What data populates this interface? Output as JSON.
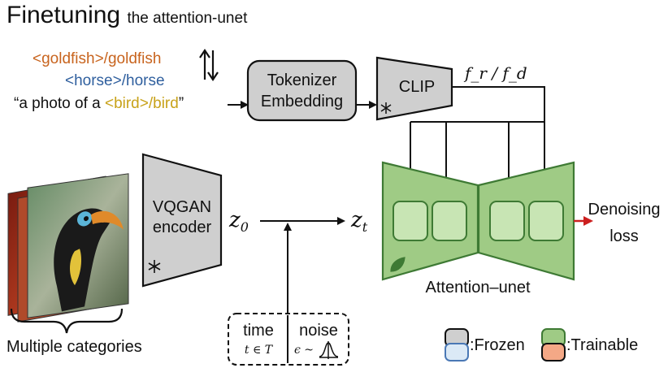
{
  "title": {
    "main": "Finetuning",
    "sub": "the attention-unet"
  },
  "prompts": {
    "line1": "<goldfish>/goldfish",
    "line2": "<horse>/horse",
    "line3_prefix": "“a photo of a ",
    "line3_token": "<bird>/bird",
    "line3_suffix": "”"
  },
  "tokenizer": {
    "line1": "Tokenizer",
    "line2": "Embedding"
  },
  "clip": {
    "label": "CLIP",
    "output_label": "f_r / f_d"
  },
  "vqgan": {
    "line1": "VQGAN",
    "line2": "encoder"
  },
  "latents": {
    "z0": "z",
    "z0_sub": "0",
    "zt": "z",
    "zt_sub": "t"
  },
  "time_noise": {
    "time_label": "time",
    "time_expr": "t ∈ T",
    "noise_label": "noise",
    "noise_expr": "ϵ ~"
  },
  "unet": {
    "label": "Attention–unet"
  },
  "loss": {
    "line1": "Denoising",
    "line2": "loss"
  },
  "images": {
    "caption": "Multiple categories"
  },
  "legend": {
    "frozen": ":Frozen",
    "trainable": ":Trainable"
  },
  "colors": {
    "frozen_fill": "#cfcfcf",
    "frozen_blue": "#dbe9f6",
    "trainable_fill": "#9fcb85",
    "trainable_inner": "#c8e5b4",
    "trainable_stroke": "#3e7a34",
    "trainable_orange": "#f4a886",
    "loss_arrow": "#cc1f1f"
  },
  "icons": {
    "frozen_marker": "snowflake-icon",
    "trainable_marker": "leaf-icon",
    "noise_marker": "gaussian-curve-icon",
    "swap_marker": "swap-arrows-icon"
  }
}
